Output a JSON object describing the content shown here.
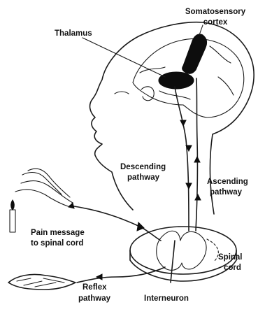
{
  "diagram": {
    "labels": {
      "thalamus": "Thalamus",
      "somatosensory_cortex": [
        "Somatosensory",
        "cortex"
      ],
      "descending_pathway": [
        "Descending",
        "pathway"
      ],
      "ascending_pathway": [
        "Ascending",
        "pathway"
      ],
      "pain_message": [
        "Pain message",
        "to spinal cord"
      ],
      "spinal_cord": [
        "Spinal",
        "cord"
      ],
      "reflex_pathway": [
        "Reflex",
        "pathway"
      ],
      "interneuron": "Interneuron"
    }
  }
}
